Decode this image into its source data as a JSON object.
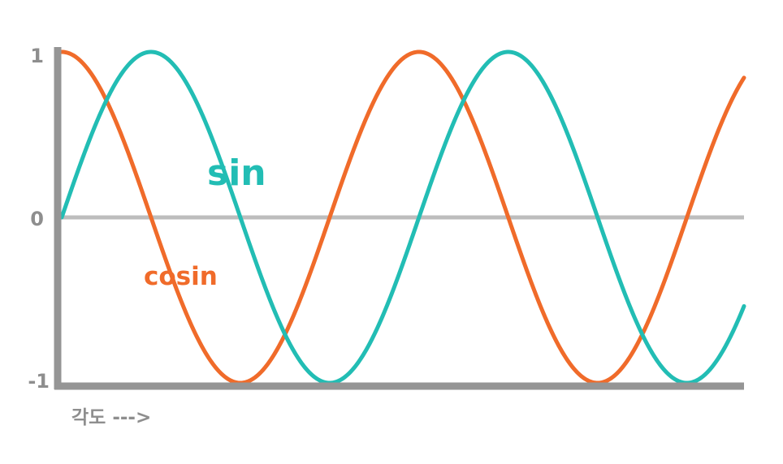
{
  "chart_data": {
    "type": "line",
    "title": "",
    "xlabel": "각도 --->",
    "ylabel": "",
    "xlim": [
      0,
      12.0
    ],
    "ylim": [
      -1,
      1
    ],
    "yticks": [
      "1",
      "0",
      "-1"
    ],
    "yticks_values": [
      1,
      0,
      -1
    ],
    "grid": false,
    "legend": "inline labels",
    "series": [
      {
        "name": "sin",
        "function": "sin",
        "color": "#22bdb4"
      },
      {
        "name": "cosin",
        "function": "cos",
        "color": "#f06b2a"
      }
    ],
    "zero_line_color": "#bdbdbd",
    "axis_color": "#959595"
  }
}
